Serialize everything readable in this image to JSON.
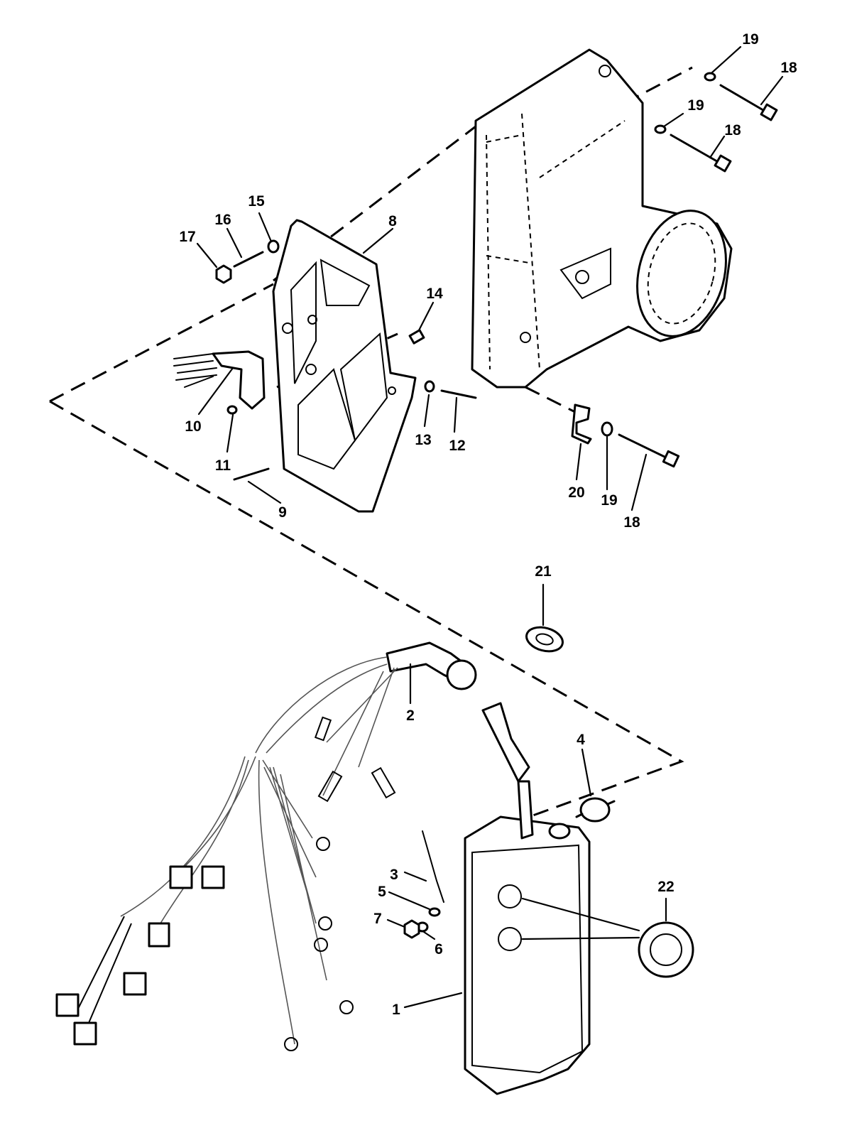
{
  "callouts": {
    "c1": "1",
    "c2": "2",
    "c3": "3",
    "c4": "4",
    "c5": "5",
    "c6": "6",
    "c7": "7",
    "c8": "8",
    "c9": "9",
    "c10": "10",
    "c11": "11",
    "c12": "12",
    "c13": "13",
    "c14": "14",
    "c15": "15",
    "c16": "16",
    "c17": "17",
    "c18a": "18",
    "c18b": "18",
    "c18c": "18",
    "c19a": "19",
    "c19b": "19",
    "c19c": "19",
    "c20": "20",
    "c21": "21",
    "c22": "22"
  },
  "icons": {
    "housing": "flywheel-cover-housing-icon",
    "bracket": "mounting-plate-icon",
    "module": "control-module-icon",
    "harness": "wiring-harness-icon"
  }
}
